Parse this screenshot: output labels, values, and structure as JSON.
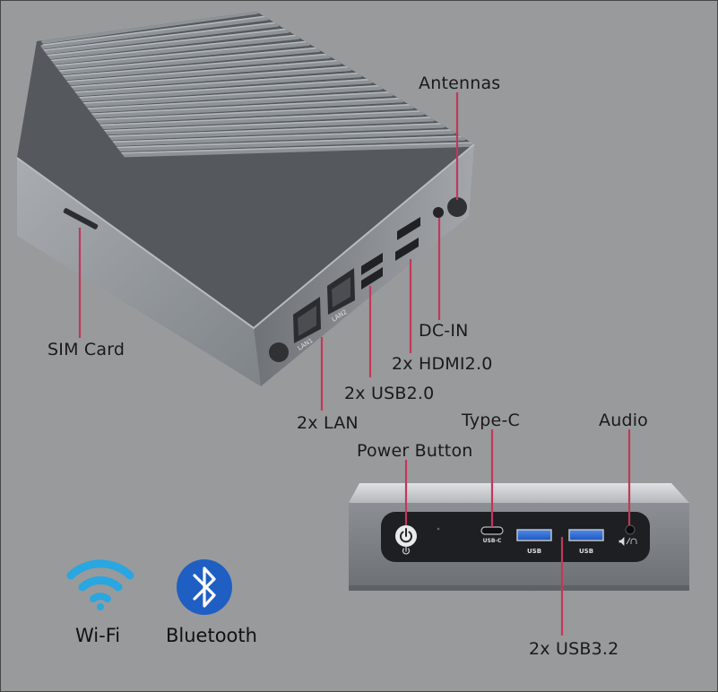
{
  "labels": {
    "antennas": "Antennas",
    "sim_card": "SIM Card",
    "dc_in": "DC-IN",
    "hdmi": "2x HDMI2.0",
    "usb2": "2x USB2.0",
    "lan": "2x LAN",
    "type_c": "Type-C",
    "audio": "Audio",
    "power_button": "Power Button",
    "usb3": "2x USB3.2"
  },
  "badges": {
    "wifi": "Wi-Fi",
    "bluetooth": "Bluetooth"
  },
  "port_text": {
    "usb_c": "USB-C",
    "usb_left": "USB",
    "usb_right": "USB",
    "lan1": "LAN1",
    "lan2": "LAN2"
  },
  "colors": {
    "background": "#999a9b",
    "callout_line": "#c2385a",
    "usb3_blue": "#2f6fd6",
    "wifi_blue": "#2aa6e0",
    "bluetooth_blue": "#1f5fc4"
  },
  "icons": [
    "wifi-icon",
    "bluetooth-icon",
    "power-icon",
    "headphone-icon"
  ]
}
